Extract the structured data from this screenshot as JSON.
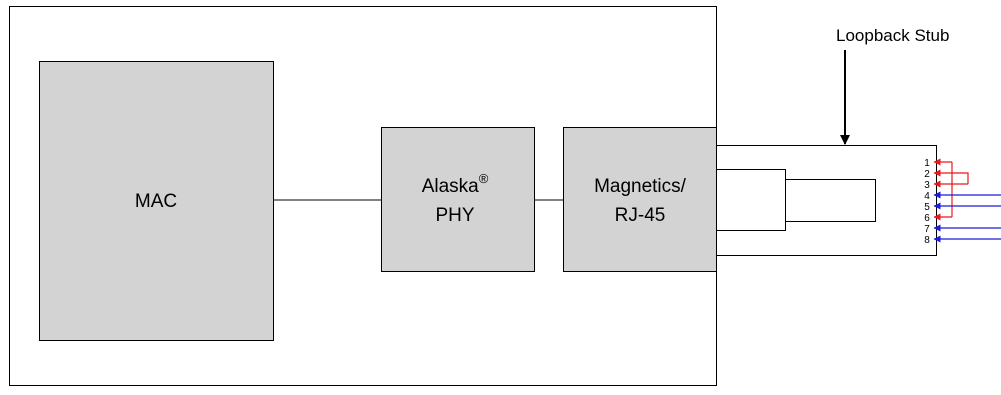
{
  "blocks": {
    "mac": "MAC",
    "phy_line1": "Alaska",
    "phy_reg": "®",
    "phy_line2": "PHY",
    "mag_line1": "Magnetics/",
    "mag_line2": "RJ-45"
  },
  "stub": {
    "label": "Loopback Stub",
    "pins": [
      "1",
      "2",
      "3",
      "4",
      "5",
      "6",
      "7",
      "8"
    ]
  },
  "colors": {
    "block_fill": "#d3d3d3",
    "outline": "#000000",
    "loop_red": "#e8191c",
    "loop_blue": "#1c1cd4"
  }
}
